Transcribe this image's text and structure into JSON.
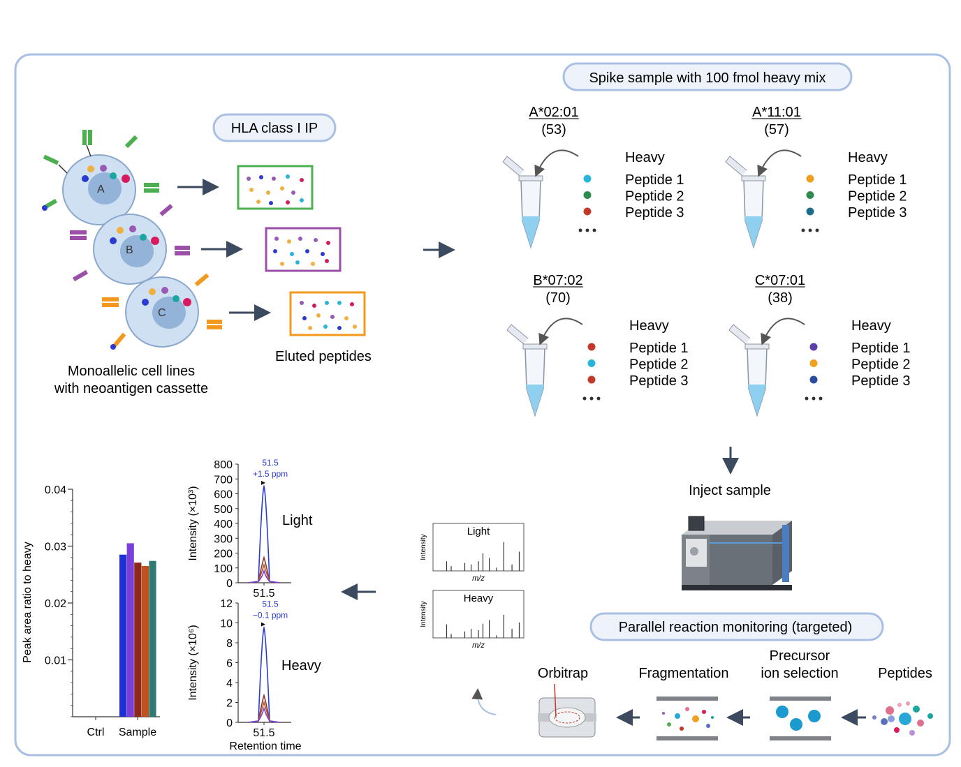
{
  "labels": {
    "hla_ip": "HLA class I IP",
    "cell_lines_line1": "Monoallelic cell lines",
    "cell_lines_line2": "with neoantigen cassette",
    "eluted": "Eluted peptides",
    "spike": "Spike sample with 100 fmol heavy mix",
    "inject": "Inject sample",
    "prm": "Parallel reaction monitoring (targeted)",
    "cell_letters": [
      "A",
      "B",
      "C"
    ]
  },
  "alleles": [
    {
      "name": "A*02:01",
      "count": "(53)",
      "heavy": "Heavy",
      "peptides": [
        "Peptide 1",
        "Peptide 2",
        "Peptide 3"
      ],
      "dot_colors": [
        "#29b5d8",
        "#2e8b4e",
        "#c0392b"
      ]
    },
    {
      "name": "A*11:01",
      "count": "(57)",
      "heavy": "Heavy",
      "peptides": [
        "Peptide 1",
        "Peptide 2",
        "Peptide 3"
      ],
      "dot_colors": [
        "#f0a020",
        "#2e8b4e",
        "#1a6e8a"
      ]
    },
    {
      "name": "B*07:02",
      "count": "(70)",
      "heavy": "Heavy",
      "peptides": [
        "Peptide 1",
        "Peptide 2",
        "Peptide 3"
      ],
      "dot_colors": [
        "#c0392b",
        "#29b5d8",
        "#c0392b"
      ]
    },
    {
      "name": "C*07:01",
      "count": "(38)",
      "heavy": "Heavy",
      "peptides": [
        "Peptide 1",
        "Peptide 2",
        "Peptide 3"
      ],
      "dot_colors": [
        "#5b3fa8",
        "#f0a020",
        "#2b4c9e"
      ]
    }
  ],
  "pipeline": {
    "steps": [
      "Orbitrap",
      "Fragmentation",
      "Peptides"
    ],
    "precursor_line1": "Precursor",
    "precursor_line2": "ion selection"
  },
  "spectra": {
    "light": "Light",
    "heavy": "Heavy",
    "ylabel": "Intensity",
    "xlabel": "m/z"
  },
  "colors": {
    "panel_border": "#a9bfe3",
    "pill_fill": "#eef3fb",
    "arrow": "#3b4a5e",
    "cell_fill": "#cfe0f2",
    "cell_nucleus": "#93b3d8",
    "tube_liquid": "#8fd0f0",
    "green": "#4caf50",
    "purple": "#9b4fa8",
    "orange": "#f39a1e"
  },
  "chart_data": [
    {
      "type": "bar",
      "ylabel": "Peak area ratio to heavy",
      "categories": [
        "Ctrl",
        "Sample"
      ],
      "yticks": [
        "0.01",
        "0.02",
        "0.03",
        "0.04"
      ],
      "ylim": [
        0,
        0.04
      ],
      "series": [
        {
          "values": [
            0,
            0.0285
          ],
          "color": "#1e2fd8"
        },
        {
          "values": [
            0,
            0.0305
          ],
          "color": "#7a3fd8"
        },
        {
          "values": [
            0,
            0.0271
          ],
          "color": "#8b2a1c"
        },
        {
          "values": [
            0,
            0.0265
          ],
          "color": "#c0501c"
        },
        {
          "values": [
            0,
            0.0274
          ],
          "color": "#2e7a72"
        }
      ]
    },
    {
      "type": "line",
      "title": "Light",
      "ylabel": "Intensity (×10³)",
      "yticks": [
        "0",
        "100",
        "200",
        "300",
        "400",
        "500",
        "600",
        "700",
        "800"
      ],
      "ylim": [
        0,
        800
      ],
      "xtick": "51.5",
      "annotation": [
        "51.5",
        "+1.5 ppm"
      ],
      "series": [
        {
          "peak": 650,
          "color": "#2b3bd0"
        },
        {
          "peak": 170,
          "color": "#8b3a2a"
        },
        {
          "peak": 120,
          "color": "#b5572a"
        },
        {
          "peak": 80,
          "color": "#7a3fd8"
        }
      ]
    },
    {
      "type": "line",
      "title": "Heavy",
      "ylabel": "Intensity (×10⁶)",
      "xlabel": "Retention time",
      "yticks": [
        "0",
        "2",
        "4",
        "6",
        "8",
        "10",
        "12"
      ],
      "ylim": [
        0,
        12
      ],
      "xtick": "51.5",
      "annotation": [
        "51.5",
        "−0.1 ppm"
      ],
      "series": [
        {
          "peak": 9.5,
          "color": "#2b3bd0"
        },
        {
          "peak": 2.7,
          "color": "#8b3a2a"
        },
        {
          "peak": 2.0,
          "color": "#b5572a"
        },
        {
          "peak": 1.4,
          "color": "#7a3fd8"
        }
      ]
    }
  ]
}
